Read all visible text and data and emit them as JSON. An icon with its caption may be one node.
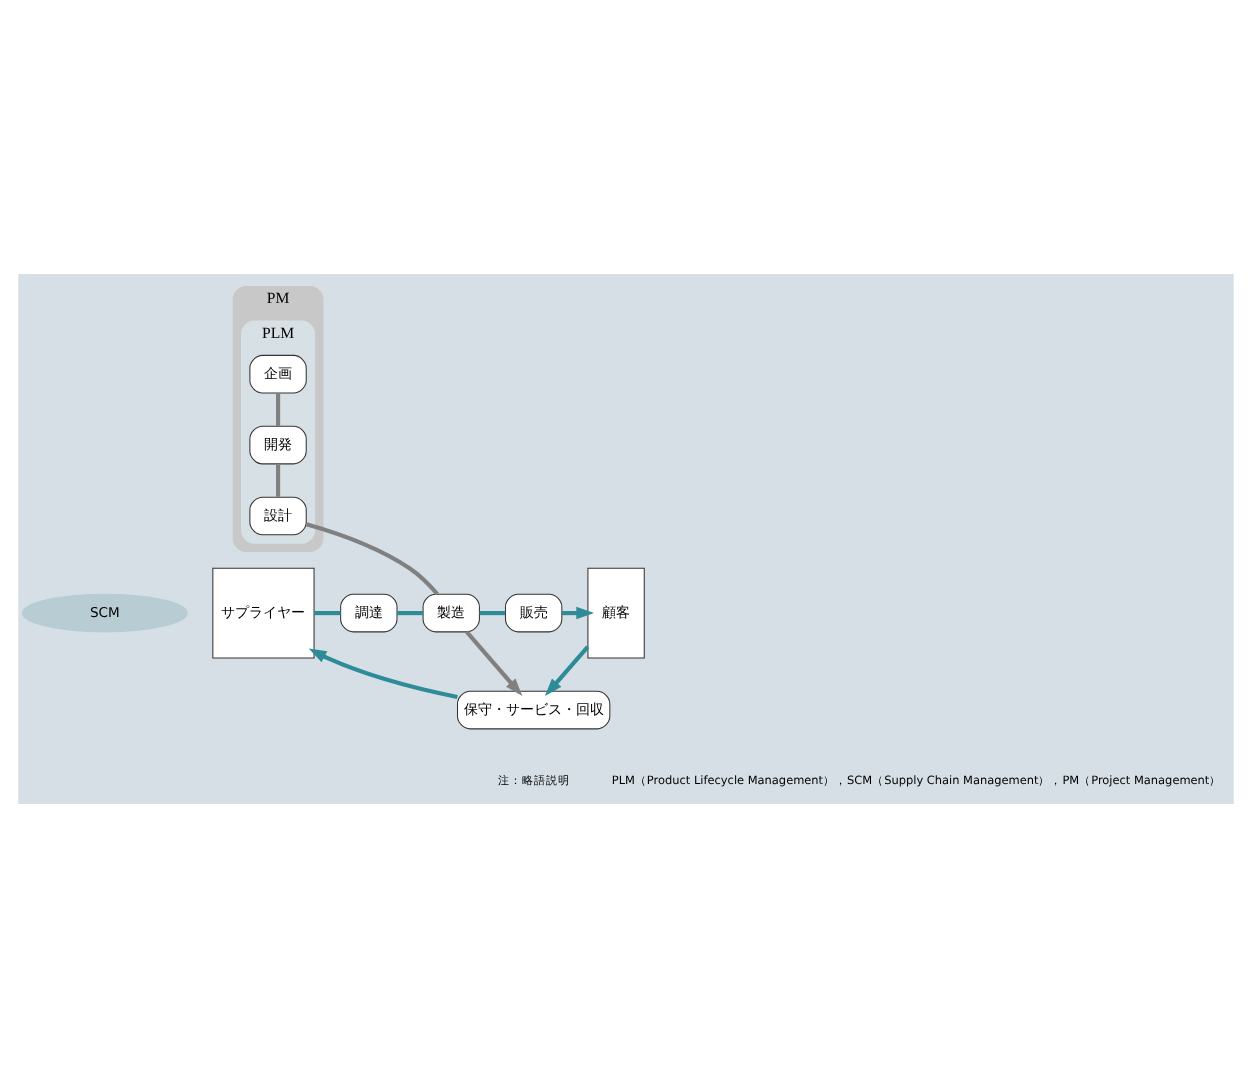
{
  "diagram": {
    "nodes": [
      {
        "text": [
          "PM"
        ]
      },
      {
        "text": [
          "PLM"
        ],
        "in": 0
      },
      {
        "text": [
          "企画"
        ],
        "in": 1
      },
      {
        "text": [
          "開発"
        ],
        "in": 1
      },
      {
        "text": [
          "設計"
        ],
        "in": 1
      },
      {
        "text": [
          "SCM"
        ]
      },
      {
        "text": [
          "サプライヤー"
        ]
      },
      {
        "text": [
          "調達"
        ]
      },
      {
        "text": [
          "製造"
        ]
      },
      {
        "text": [
          "販売"
        ]
      },
      {
        "text": [
          "顧客"
        ]
      },
      {
        "text": [
          "保守・サービス・回収"
        ]
      }
    ],
    "edges": [
      {
        "from": 2,
        "to": 3,
        "arrow": "none",
        "color": "#808080"
      },
      {
        "from": 3,
        "to": 4,
        "arrow": "none",
        "color": "#808080"
      },
      {
        "from": 4,
        "to": 8,
        "arrow": "none",
        "color": "#808080"
      },
      {
        "from": 8,
        "to": 11,
        "arrow": "to",
        "color": "#808080"
      },
      {
        "from": 6,
        "to": 7,
        "arrow": "none",
        "color": "#2e8b98"
      },
      {
        "from": 7,
        "to": 8,
        "arrow": "none",
        "color": "#2e8b98"
      },
      {
        "from": 8,
        "to": 9,
        "arrow": "none",
        "color": "#2e8b98"
      },
      {
        "from": 9,
        "to": 10,
        "arrow": "to",
        "color": "#2e8b98"
      },
      {
        "from": 10,
        "to": 11,
        "arrow": "to",
        "color": "#2e8b98"
      },
      {
        "from": 11,
        "to": 6,
        "arrow": "to",
        "color": "#2e8b98"
      }
    ],
    "labels": [
      "注：略語説明",
      "PLM（Product Lifecycle Management），SCM（Supply Chain Management），PM（Project Management）"
    ]
  }
}
